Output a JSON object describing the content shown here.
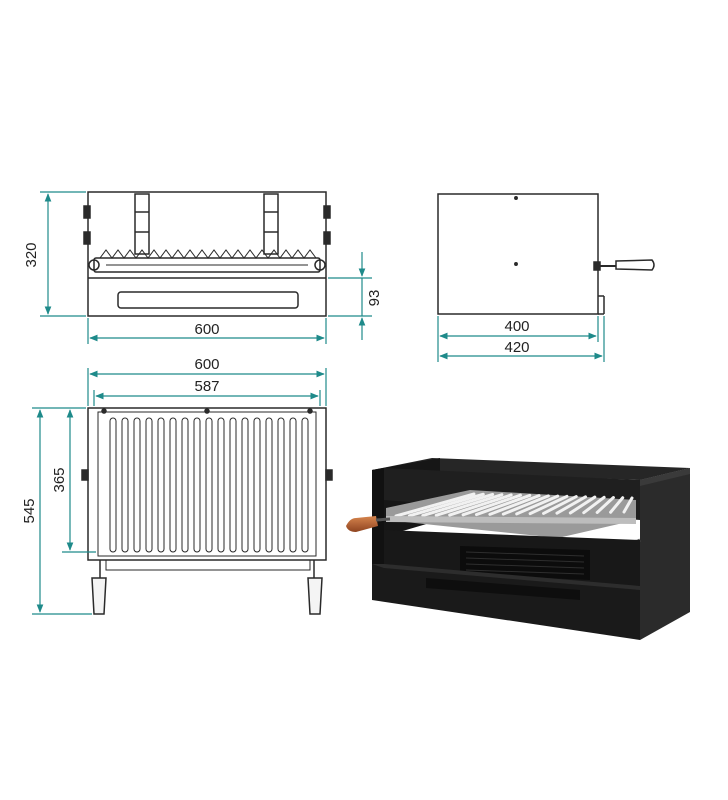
{
  "colors": {
    "dimension": "#1e8a8a",
    "outline": "#2a2a2a",
    "body": "#1c1c1c",
    "grill": "#cfcfcf",
    "handle": "#b05a2c"
  },
  "front_view": {
    "width_label": "600",
    "height_label": "320",
    "drawer_label": "93"
  },
  "side_view": {
    "depth_label": "400",
    "overall_label": "420"
  },
  "top_view": {
    "outer_width_label": "600",
    "inner_width_label": "587",
    "overall_depth_label": "545",
    "grill_depth_label": "365"
  },
  "render": {
    "icon": "barbecue-3d-render"
  }
}
